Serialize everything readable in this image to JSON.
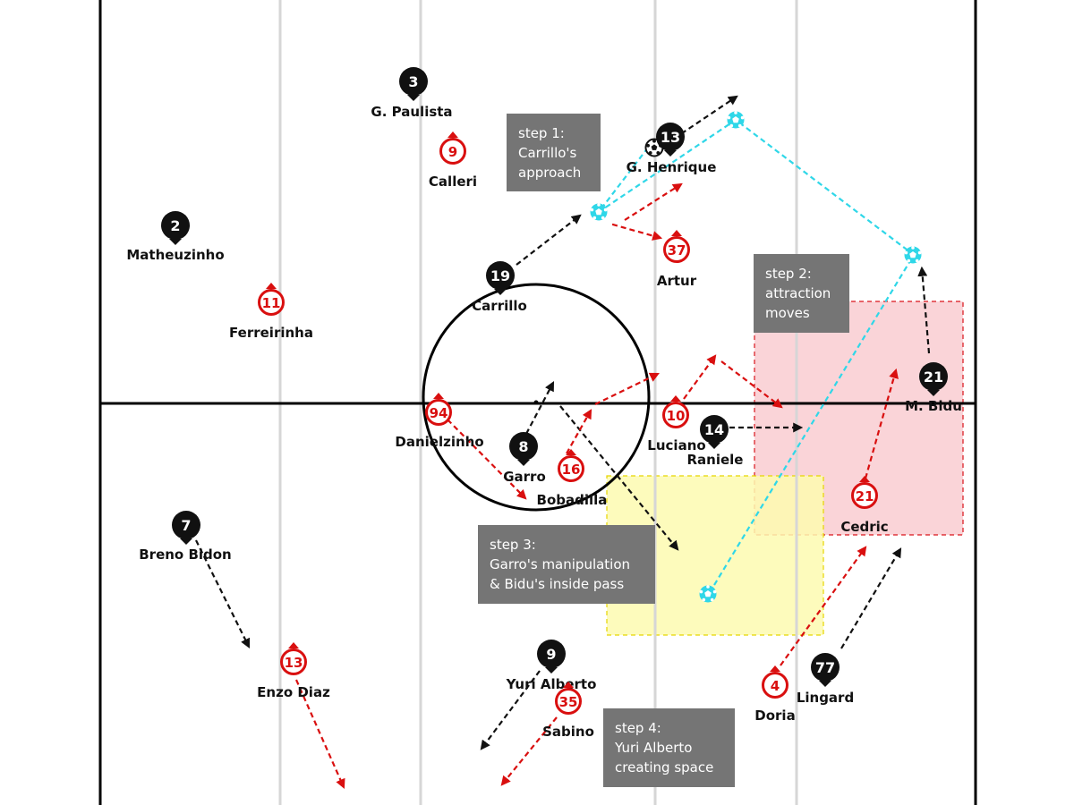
{
  "colors": {
    "team_black": "#111111",
    "team_red": "#d90f0f",
    "ball_path": "#2fd7e8",
    "zone_red_fill": "#fad4d8",
    "zone_yellow_fill": "#fdfab0",
    "lane_lines": "#d6d6d6",
    "step_box": "#757575"
  },
  "players_black": [
    {
      "id": "gpaulista",
      "number": "3",
      "name": "G. Paulista"
    },
    {
      "id": "ghenrique",
      "number": "13",
      "name": "G. Henrique"
    },
    {
      "id": "matheuzinho",
      "number": "2",
      "name": "Matheuzinho"
    },
    {
      "id": "carrillo",
      "number": "19",
      "name": "Carrillo"
    },
    {
      "id": "mbidu",
      "number": "21",
      "name": "M. Bidu"
    },
    {
      "id": "garro",
      "number": "8",
      "name": "Garro"
    },
    {
      "id": "raniele",
      "number": "14",
      "name": "Raniele"
    },
    {
      "id": "brenobidon",
      "number": "7",
      "name": "Breno Bidon"
    },
    {
      "id": "yurialberto",
      "number": "9",
      "name": "Yuri Alberto"
    },
    {
      "id": "lingard",
      "number": "77",
      "name": "Lingard"
    }
  ],
  "players_red": [
    {
      "id": "calleri",
      "number": "9",
      "name": "Calleri"
    },
    {
      "id": "artur",
      "number": "37",
      "name": "Artur"
    },
    {
      "id": "ferreirinha",
      "number": "11",
      "name": "Ferreirinha"
    },
    {
      "id": "danielzinho",
      "number": "94",
      "name": "Danielzinho"
    },
    {
      "id": "luciano",
      "number": "10",
      "name": "Luciano"
    },
    {
      "id": "bobadilla",
      "number": "16",
      "name": "Bobadilla"
    },
    {
      "id": "cedric",
      "number": "21",
      "name": "Cedric"
    },
    {
      "id": "enzodiaz",
      "number": "13",
      "name": "Enzo Diaz"
    },
    {
      "id": "sabino",
      "number": "35",
      "name": "Sabino"
    },
    {
      "id": "doria",
      "number": "4",
      "name": "Doria"
    }
  ],
  "steps": [
    {
      "lines": [
        "step 1:",
        "Carrillo's",
        "approach"
      ]
    },
    {
      "lines": [
        "step 2:",
        "attraction",
        "moves"
      ]
    },
    {
      "lines": [
        "step 3:",
        "Garro's manipulation",
        "& Bidu's inside pass"
      ]
    },
    {
      "lines": [
        "step 4:",
        "Yuri Alberto",
        "creating space"
      ]
    }
  ]
}
